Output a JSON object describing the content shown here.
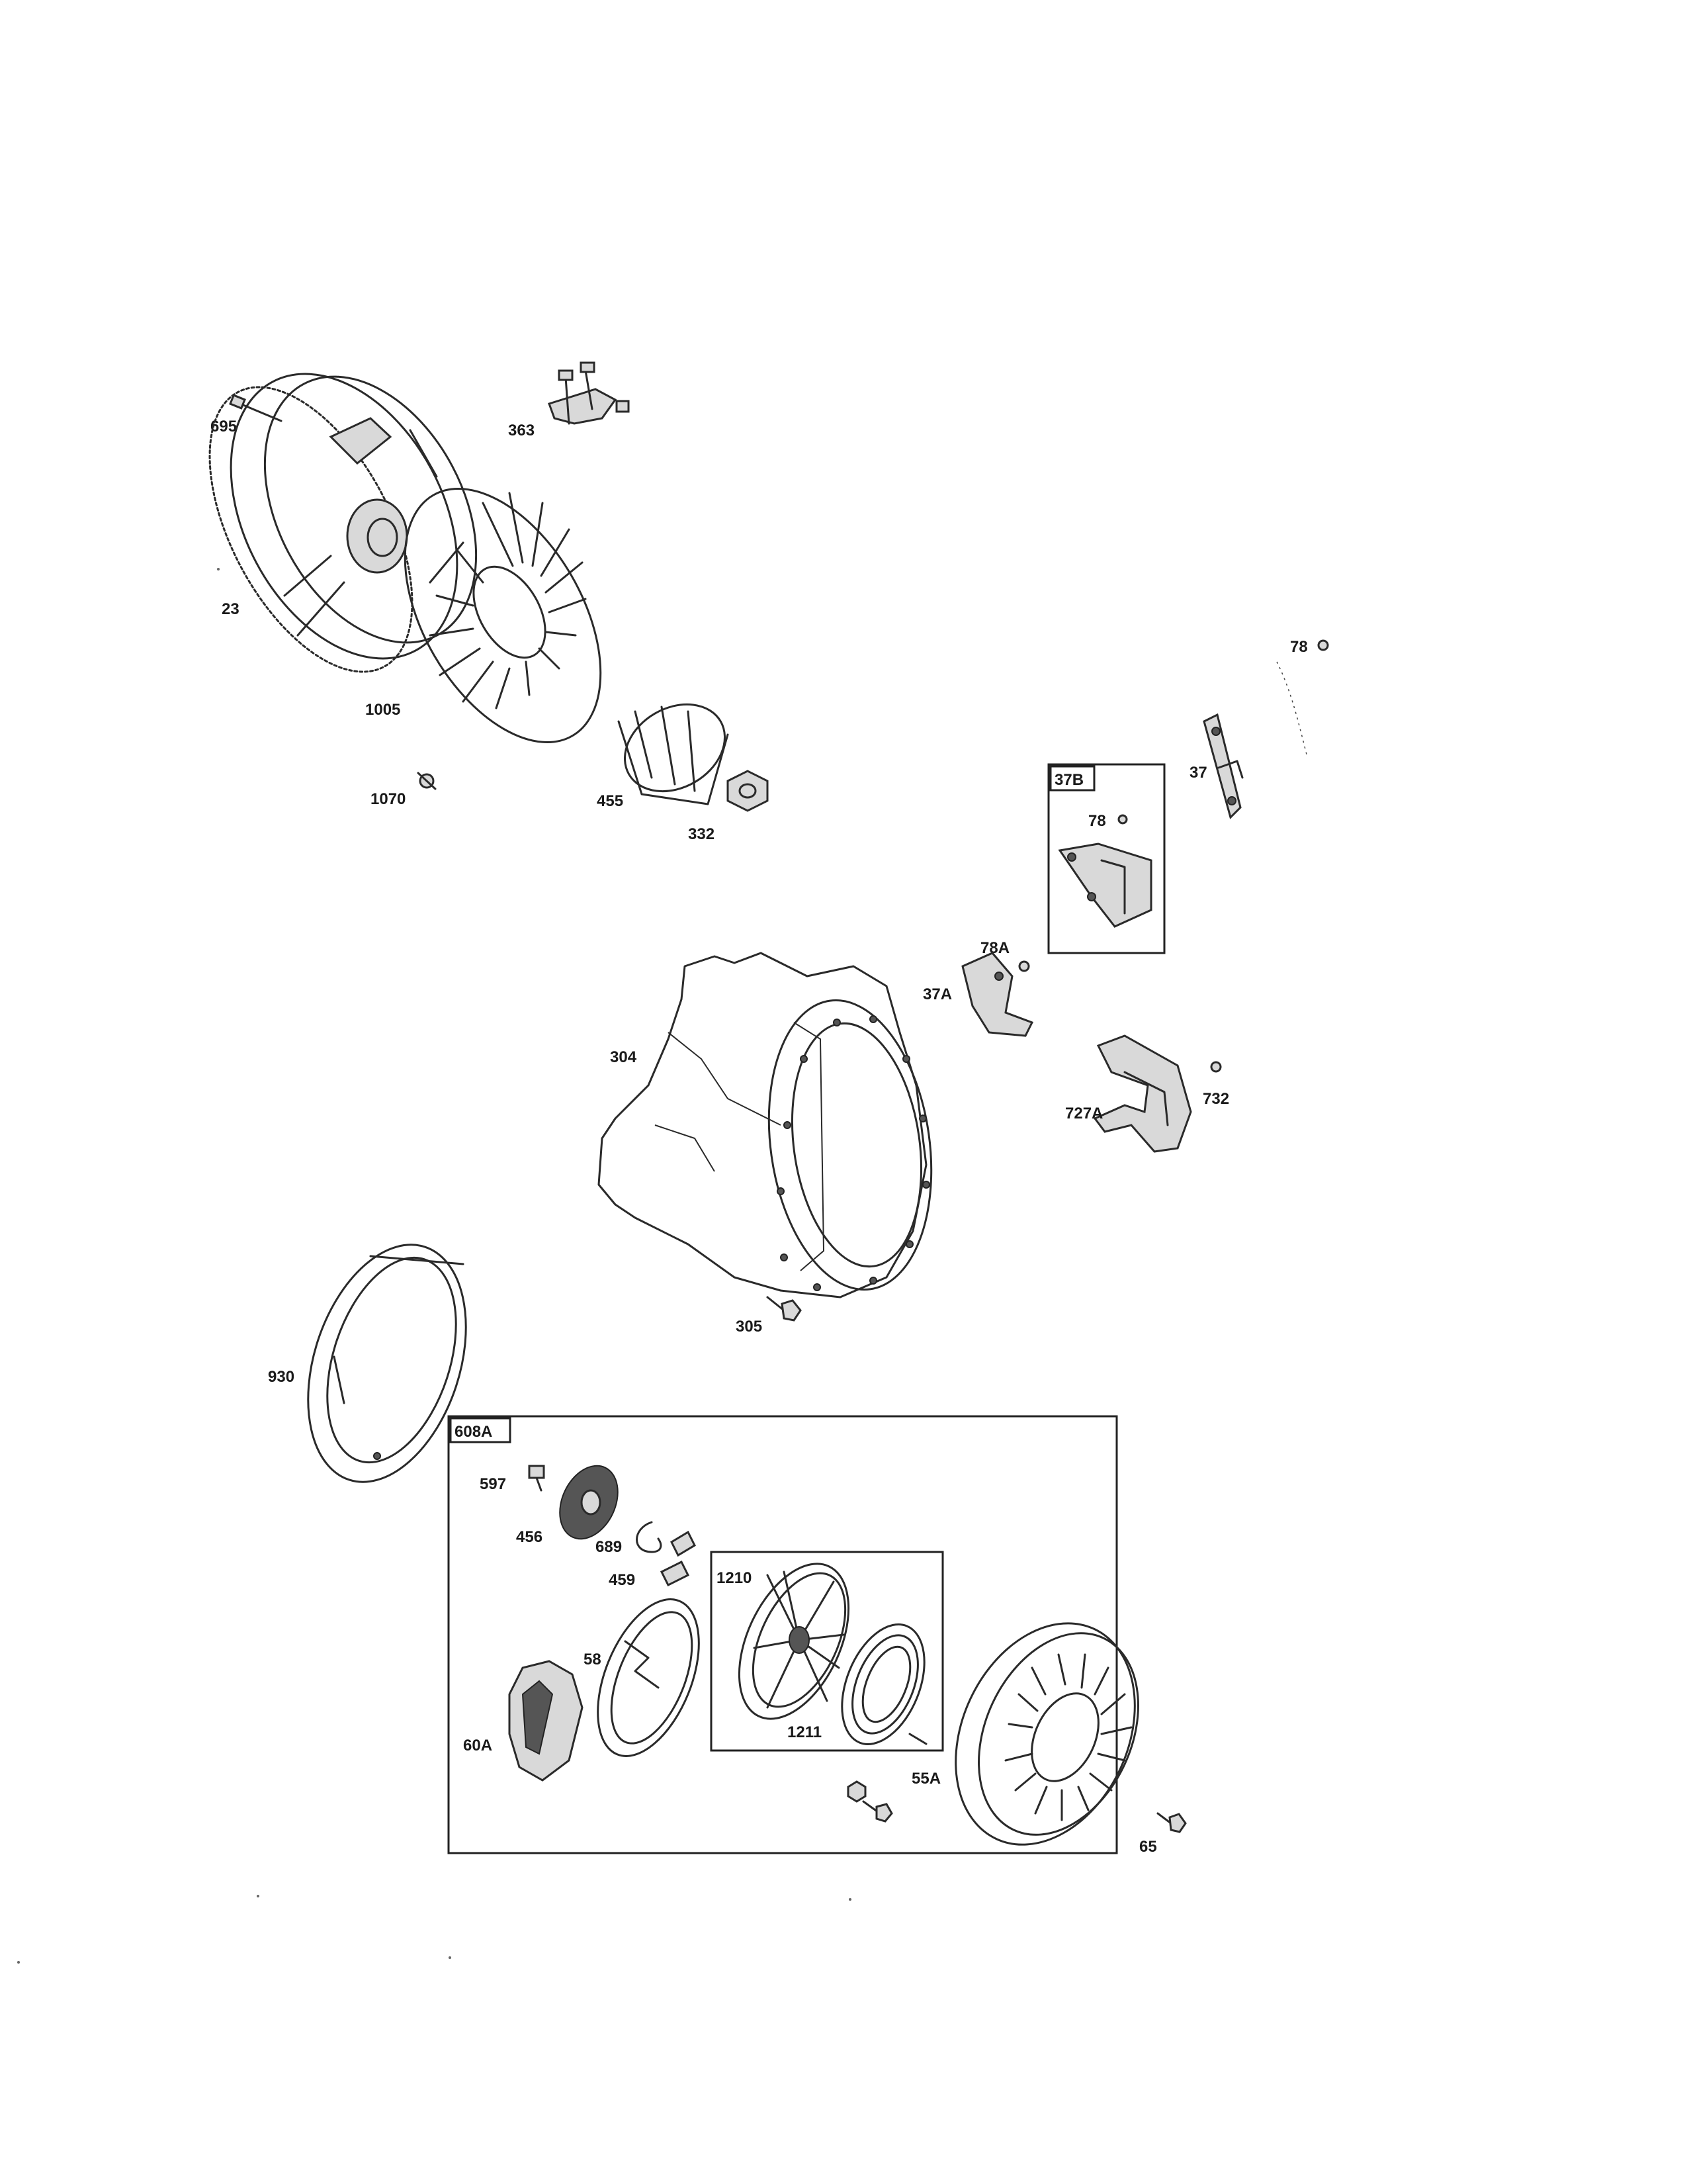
{
  "diagram": {
    "part_labels": {
      "p695": "695",
      "p363": "363",
      "p23": "23",
      "p1005": "1005",
      "p1070": "1070",
      "p455": "455",
      "p332": "332",
      "p78a_top": "78",
      "p37": "37",
      "p78_box": "78",
      "p78A": "78A",
      "p37A": "37A",
      "p304": "304",
      "p727A": "727A",
      "p732": "732",
      "p305": "305",
      "p930": "930",
      "p597": "597",
      "p456": "456",
      "p689": "689",
      "p459": "459",
      "p1210": "1210",
      "p58": "58",
      "p1211": "1211",
      "p60A": "60A",
      "p55A": "55A",
      "p65": "65"
    },
    "box_labels": {
      "kit_37B": "37B",
      "kit_608A": "608A"
    }
  }
}
